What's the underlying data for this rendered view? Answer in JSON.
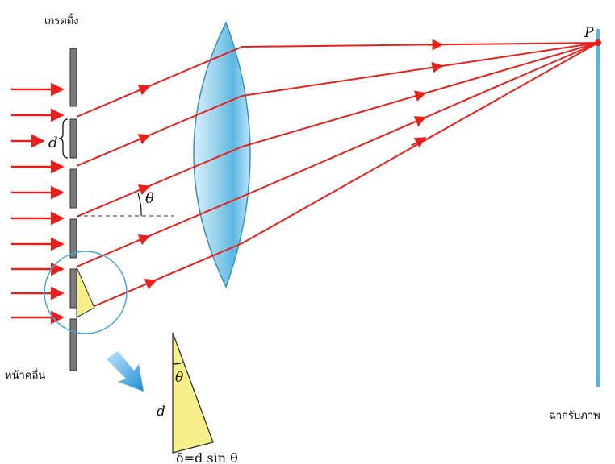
{
  "labels": {
    "grating": "เกรตติ้ง",
    "wavefront": "หน้าคลื่น",
    "screen": "ฉากรับภาพ",
    "point": "P",
    "slit_spacing": "d",
    "angle": "θ",
    "inset_angle": "θ",
    "inset_side": "d",
    "path_difference": "δ=d sin θ"
  },
  "colors": {
    "ray": "#e8201c",
    "grating": "#7a7a7a",
    "lens": "#9fd6ee",
    "screen": "#5ab4e0",
    "highlight_circle": "#4aa6dd",
    "triangle": "#f7ef8a",
    "pointer_arrow": "#1f8fd8"
  },
  "icons": {
    "pointer": "blue-pointer-arrow-icon"
  }
}
